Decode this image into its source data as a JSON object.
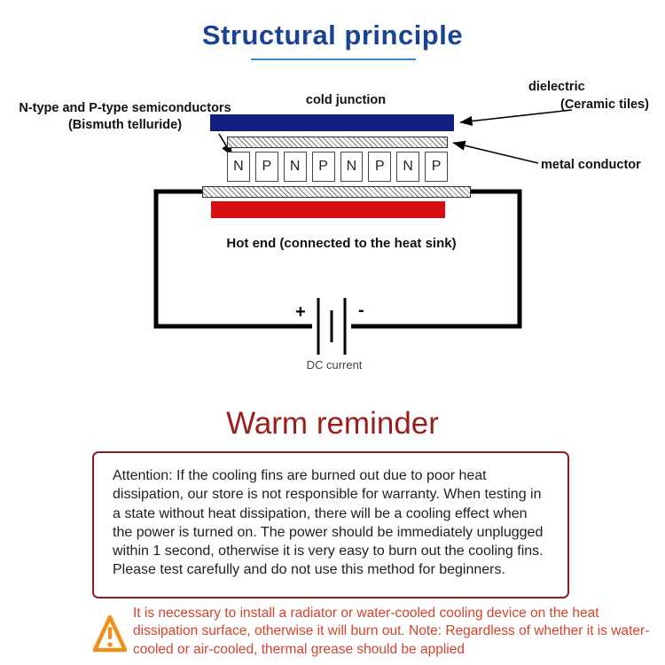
{
  "title": "Structural principle",
  "diagram": {
    "labels": {
      "cold_junction": "cold junction",
      "dielectric": "dielectric",
      "ceramic_tiles": "(Ceramic tiles)",
      "semiconductors_line1": "N-type and P-type semiconductors",
      "semiconductors_line2": "(Bismuth telluride)",
      "metal_conductor": "metal conductor",
      "hot_end": "Hot end (connected to the heat sink)",
      "plus": "+",
      "minus": "-",
      "dc_current": "DC current"
    },
    "blocks": [
      "N",
      "P",
      "N",
      "P",
      "N",
      "P",
      "N",
      "P"
    ],
    "colors": {
      "cold_bar": "#131f7e",
      "hot_bar": "#d51010",
      "wire": "#000000",
      "title_blue": "#1b4393",
      "title_underline": "#3a87ca"
    }
  },
  "warm_reminder": {
    "title": "Warm reminder",
    "attention_text": "Attention: If the cooling fins are burned out due to poor heat dissipation, our store is not responsible for warranty. When testing in a state without heat dissipation, there will be a cooling effect when the power is turned on. The power should be immediately unplugged within 1 second, otherwise it is very easy to burn out the cooling fins. Please test carefully and do not use this method for beginners.",
    "accent_color": "#8e1f1f"
  },
  "warning": {
    "icon": "warning-triangle-icon",
    "text": "It is necessary to install a radiator or water-cooled cooling device on the heat dissipation surface, otherwise it will burn out. Note: Regardless of whether it is water-cooled or air-cooled, thermal grease should be applied",
    "color": "#d4432d",
    "icon_color": "#f0901c"
  }
}
